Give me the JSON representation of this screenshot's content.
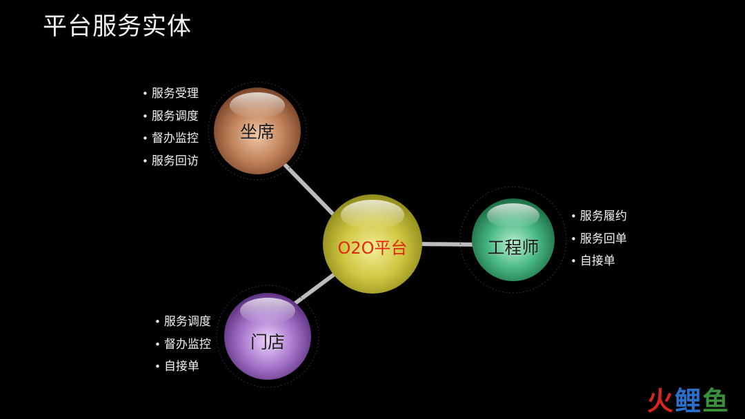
{
  "title": "平台服务实体",
  "nodes": {
    "center": {
      "label": "O2O平台"
    },
    "agent": {
      "label": "坐席",
      "items": [
        "服务受理",
        "服务调度",
        "督办监控",
        "服务回访"
      ]
    },
    "engineer": {
      "label": "工程师",
      "items": [
        "服务履约",
        "服务回单",
        "自接单"
      ]
    },
    "store": {
      "label": "门店",
      "items": [
        "服务调度",
        "督办监控",
        "自接单"
      ]
    }
  },
  "colors": {
    "center": "#c9c23c",
    "agent": "#b5754c",
    "engineer": "#3fb07a",
    "store": "#a670c9",
    "center_text": "#e0260f"
  },
  "watermark": {
    "part1": "火",
    "part2": "鲤",
    "part3": "鱼"
  }
}
